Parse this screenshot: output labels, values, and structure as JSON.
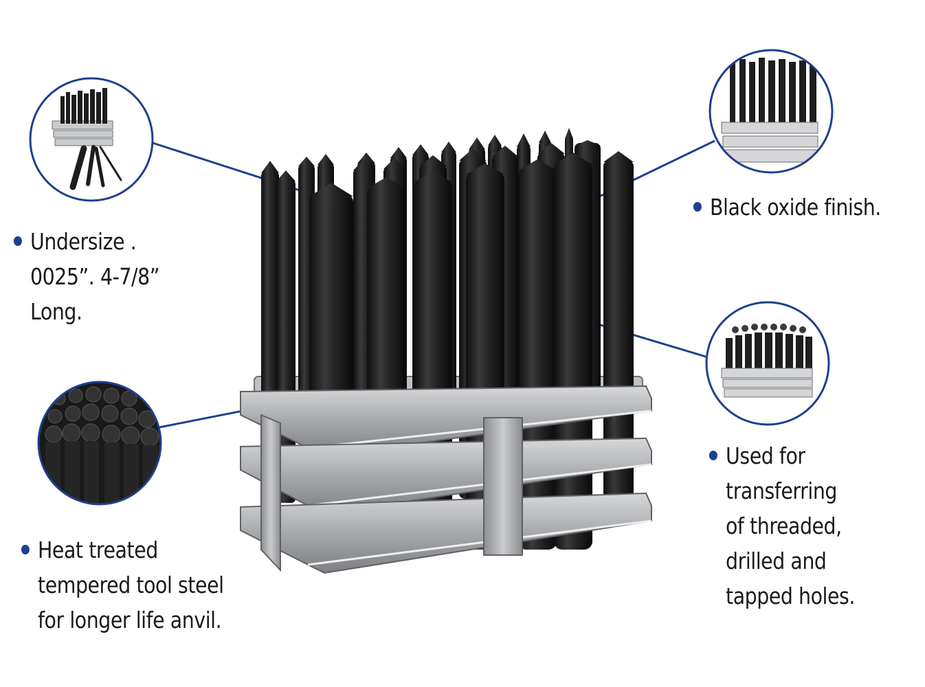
{
  "colors": {
    "accent": "#1f3f8f",
    "leader_line": "#1f3f8f",
    "text": "#1a1a1a",
    "steel_dark": "#1c1c1c",
    "rack_metal": "#a9abad"
  },
  "callouts": {
    "undersize": {
      "lines": [
        "Undersize .",
        "0025”. 4-7/8”",
        "Long."
      ]
    },
    "heat_treated": {
      "lines": [
        "Heat treated",
        "tempered tool steel",
        "for longer life anvil."
      ]
    },
    "black_oxide": {
      "lines": [
        "Black oxide finish."
      ]
    },
    "used_for": {
      "lines": [
        "Used for",
        "transferring",
        "of threaded,",
        "drilled and",
        "tapped holes."
      ]
    }
  },
  "icons": {
    "main_product": "transfer-punch-set-photo",
    "inset_top_left": "punch-set-with-loose-punches-icon",
    "inset_mid_left": "punch-tips-closeup-icon",
    "inset_top_right": "punch-set-front-view-icon",
    "inset_mid_right": "punch-set-top-view-icon"
  }
}
